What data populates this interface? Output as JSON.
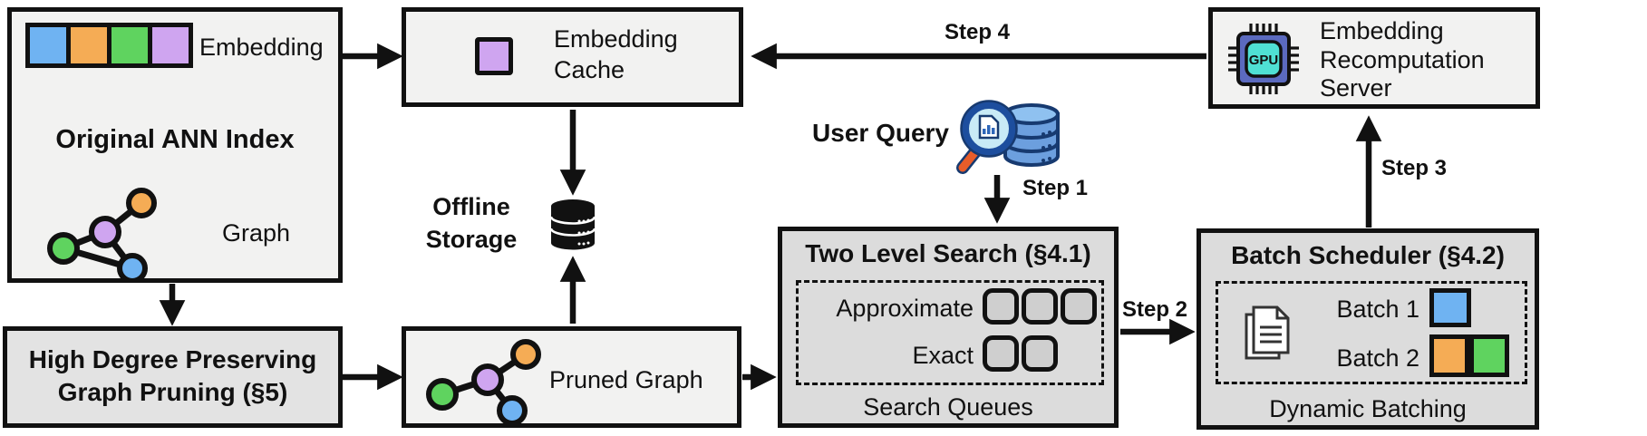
{
  "boxes": {
    "original_ann_index": {
      "embedding_label": "Embedding",
      "title": "Original ANN Index",
      "graph_label": "Graph"
    },
    "embedding_cache": {
      "label": "Embedding\nCache"
    },
    "offline_storage": {
      "label": "Offline\nStorage"
    },
    "high_degree_pruning": {
      "label": "High Degree Preserving\nGraph Pruning (§5)"
    },
    "pruned_graph": {
      "label": "Pruned Graph"
    },
    "user_query": {
      "label": "User Query"
    },
    "two_level_search": {
      "title": "Two Level Search (§4.1)",
      "approximate_label": "Approximate",
      "exact_label": "Exact",
      "caption": "Search Queues",
      "approximate_slots": 3,
      "exact_slots": 2
    },
    "batch_scheduler": {
      "title": "Batch Scheduler (§4.2)",
      "batch1_label": "Batch 1",
      "batch2_label": "Batch 2",
      "caption": "Dynamic Batching"
    },
    "recomputation_server": {
      "label": "Embedding\nRecomputation\nServer",
      "gpu_chip_text": "GPU"
    }
  },
  "steps": {
    "step1": "Step 1",
    "step2": "Step 2",
    "step3": "Step 3",
    "step4": "Step 4"
  },
  "colors": {
    "embedding_blue": "#6FB3F2",
    "embedding_orange": "#F5AC55",
    "embedding_green": "#5FD35F",
    "embedding_purple": "#CFA5F0",
    "box_light_fill": "#F2F2F1",
    "box_mid_fill": "#E3E3E3",
    "box_gray_fill": "#DCDCDC",
    "line_black": "#111111",
    "gpu_body_blue": "#5B6ABF",
    "gpu_core_teal": "#4FE0D4",
    "magnifier_handle_orange": "#E85D2A",
    "query_db_blue": "#6C9FDE"
  },
  "icons": {
    "embedding_vector": "embedding-vector-strip-icon",
    "original_graph": "graph-icon",
    "cached_embedding": "cached-embedding-square-icon",
    "offline_storage": "database-icon",
    "pruned_graph": "pruned-graph-icon",
    "user_query": "magnifier-database-icon",
    "documents": "documents-icon",
    "gpu": "gpu-chip-icon"
  }
}
